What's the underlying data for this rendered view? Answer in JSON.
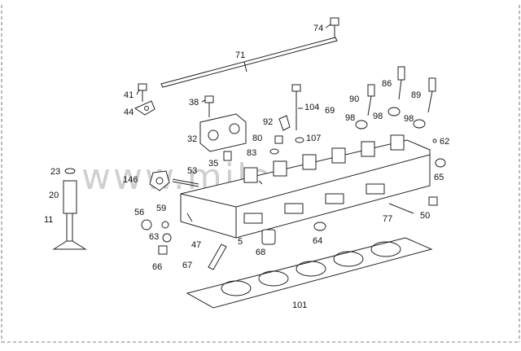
{
  "watermark": "www.milan-s.ru",
  "labels": {
    "p5": "5",
    "p11": "11",
    "p20": "20",
    "p23": "23",
    "p32": "32",
    "p35": "35",
    "p38": "38",
    "p41": "41",
    "p44": "44",
    "p47": "47",
    "p50": "50",
    "p53": "53",
    "p56": "56",
    "p59": "59",
    "p62": "62",
    "p63": "63",
    "p64": "64",
    "p65": "65",
    "p66": "66",
    "p67": "67",
    "p68": "68",
    "p69": "69",
    "p71": "71",
    "p74": "74",
    "p77": "77",
    "p80": "80",
    "p83": "83",
    "p86": "86",
    "p89": "89",
    "p90": "90",
    "p92": "92",
    "p98a": "98",
    "p98b": "98",
    "p98c": "98",
    "p101": "101",
    "p104": "104",
    "p107": "107",
    "p146": "146"
  }
}
